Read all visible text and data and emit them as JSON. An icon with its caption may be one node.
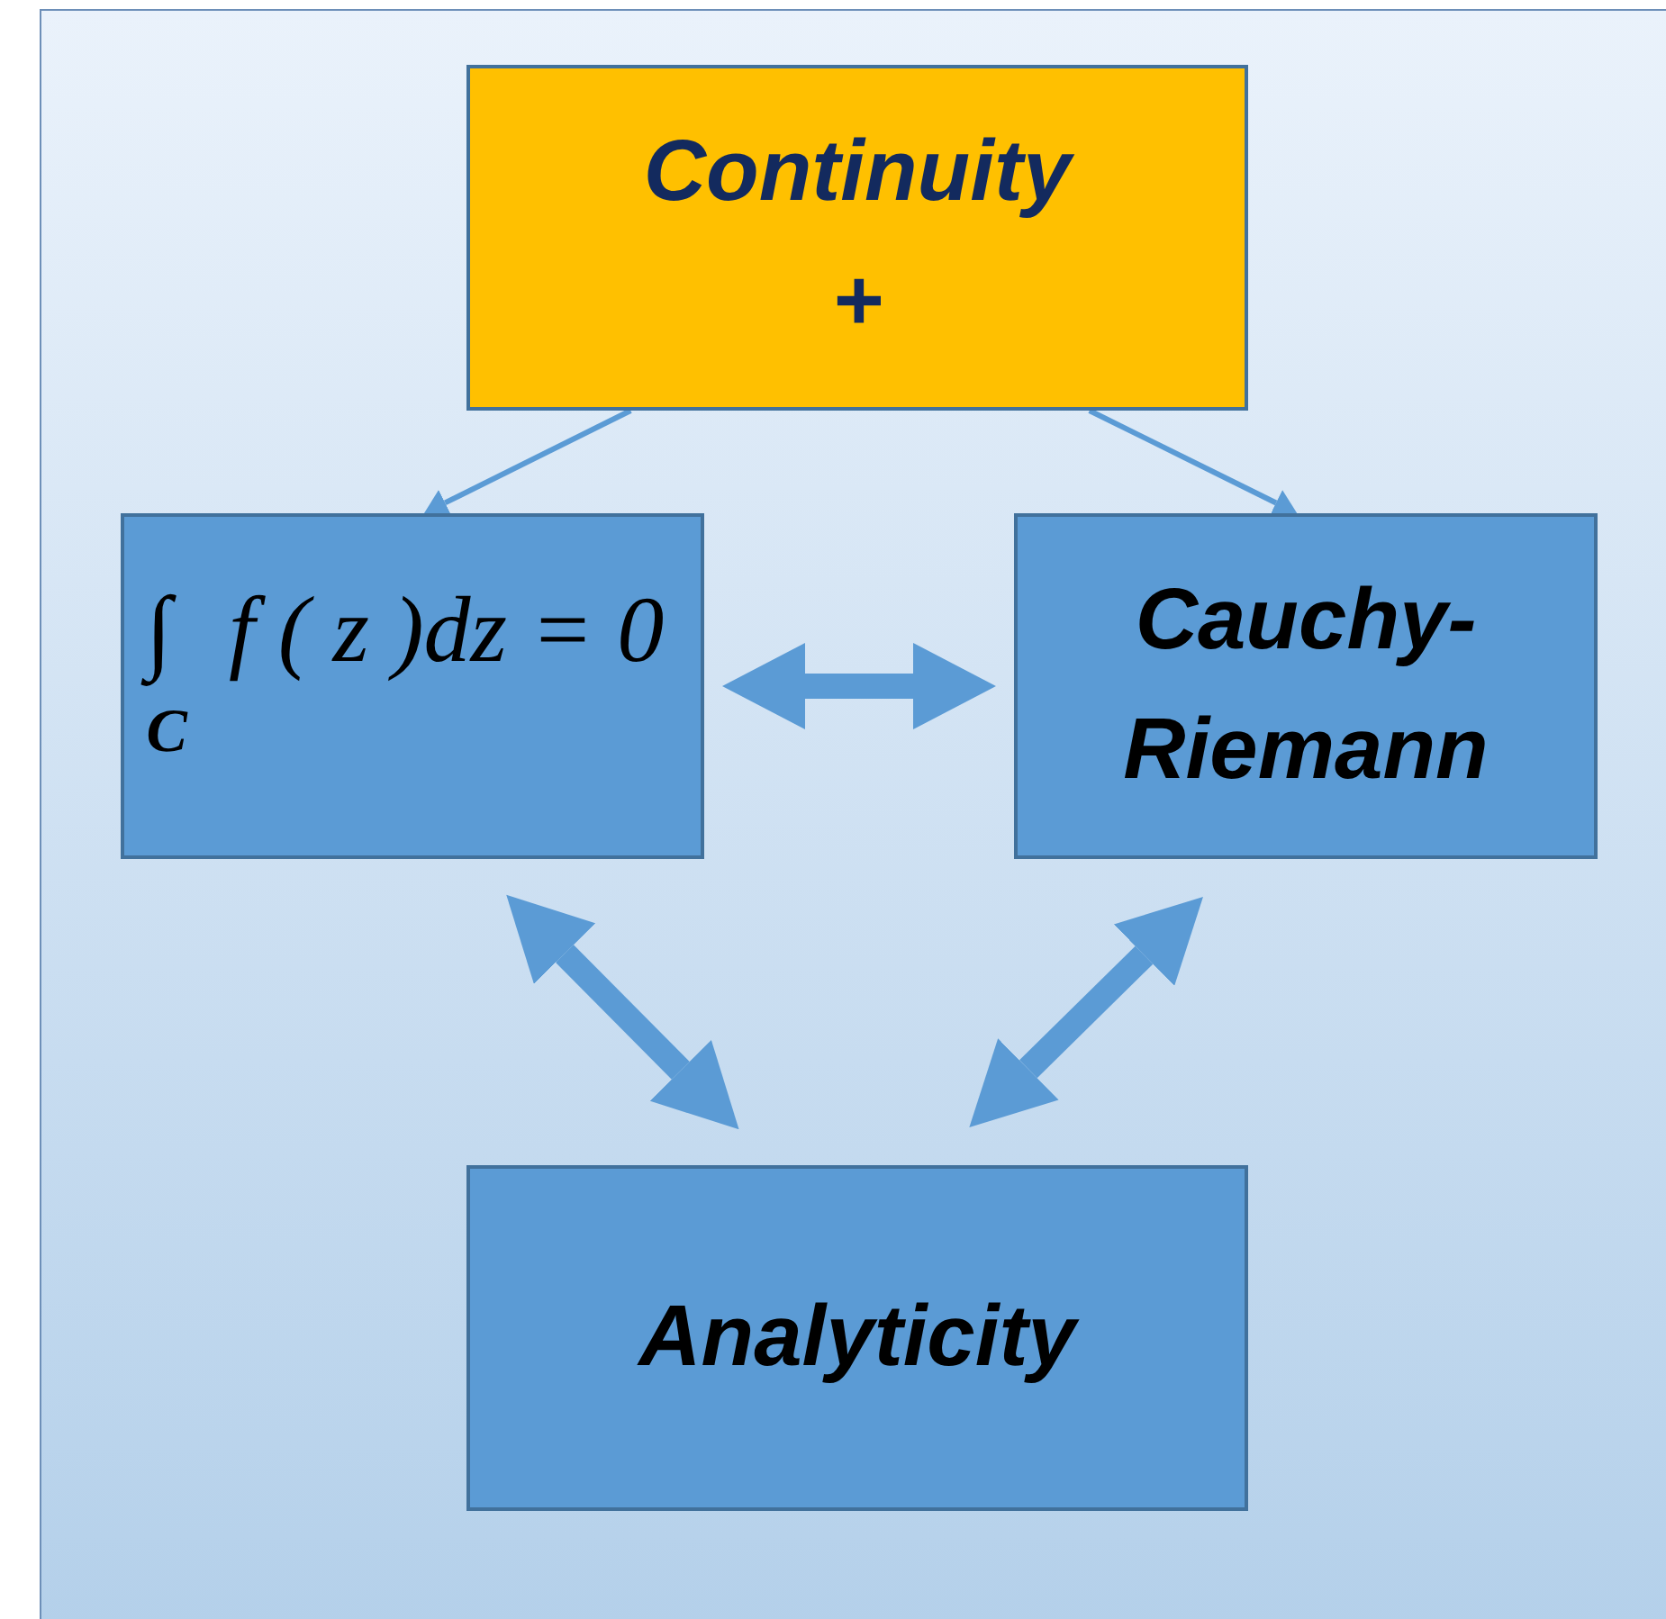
{
  "diagram": {
    "nodes": [
      {
        "text": [
          "Continuity",
          "+"
        ]
      },
      {
        "text": [
          "∫$_{C}$ f ( z )dz = 0"
        ]
      },
      {
        "text": [
          "Cauchy- Riemann"
        ]
      },
      {
        "text": [
          "Analyticity"
        ]
      }
    ],
    "edges": [
      {
        "from": 0,
        "to": 1,
        "arrow": "to"
      },
      {
        "from": 0,
        "to": 2,
        "arrow": "to"
      },
      {
        "from": 1,
        "to": 2,
        "arrow": "both"
      },
      {
        "from": 1,
        "to": 3,
        "arrow": "both"
      },
      {
        "from": 2,
        "to": 3,
        "arrow": "both"
      }
    ]
  }
}
